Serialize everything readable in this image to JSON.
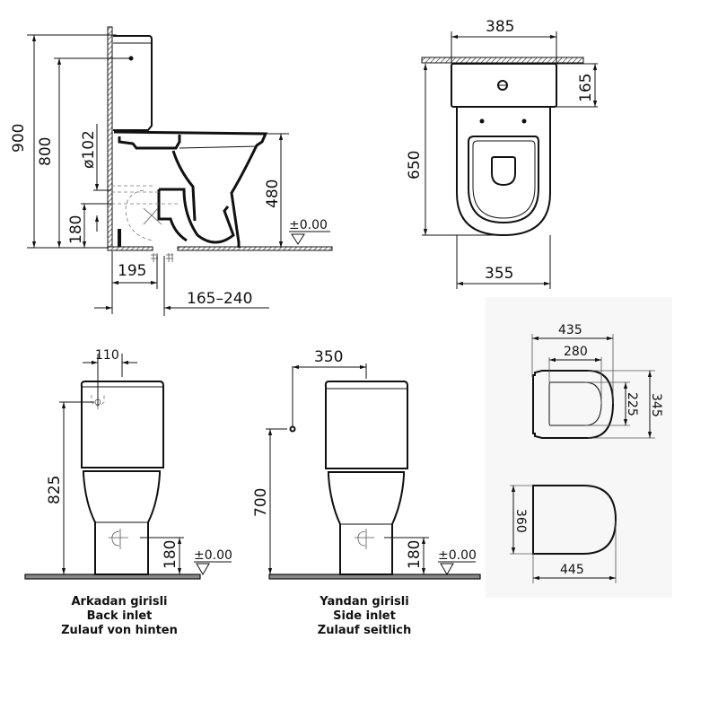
{
  "colors": {
    "line": "#111111",
    "background": "#ffffff",
    "seat_panel": "#f7f7f7",
    "floor_hatch": "#888888"
  },
  "side_view": {
    "dims": {
      "total_height": "900",
      "inlet_height": "800",
      "outlet_diameter": "ø102",
      "outlet_height": "180",
      "rim_height": "480",
      "wall_to_outlet": "195",
      "floor_outlet_range": "165–240",
      "floor_level": "±0.00"
    }
  },
  "top_view": {
    "dims": {
      "cistern_width": "385",
      "cistern_depth": "165",
      "total_depth": "650",
      "bowl_width": "355"
    }
  },
  "back_inlet_view": {
    "dims": {
      "inlet_offset": "110",
      "inlet_height": "825",
      "outlet_height": "180",
      "floor_level": "±0.00"
    },
    "caption": [
      "Arkadan girisli",
      "Back inlet",
      "Zulauf von hinten"
    ]
  },
  "side_inlet_view": {
    "dims": {
      "inlet_offset": "350",
      "inlet_height": "700",
      "outlet_height": "180",
      "floor_level": "±0.00"
    },
    "caption": [
      "Yandan girisli",
      "Side inlet",
      "Zulauf seitlich"
    ]
  },
  "seat_panel": {
    "seat_dims": {
      "outer_width": "435",
      "inner_width": "280",
      "inner_depth": "225",
      "outer_depth": "345"
    },
    "lid_dims": {
      "depth": "360",
      "width": "445"
    }
  }
}
